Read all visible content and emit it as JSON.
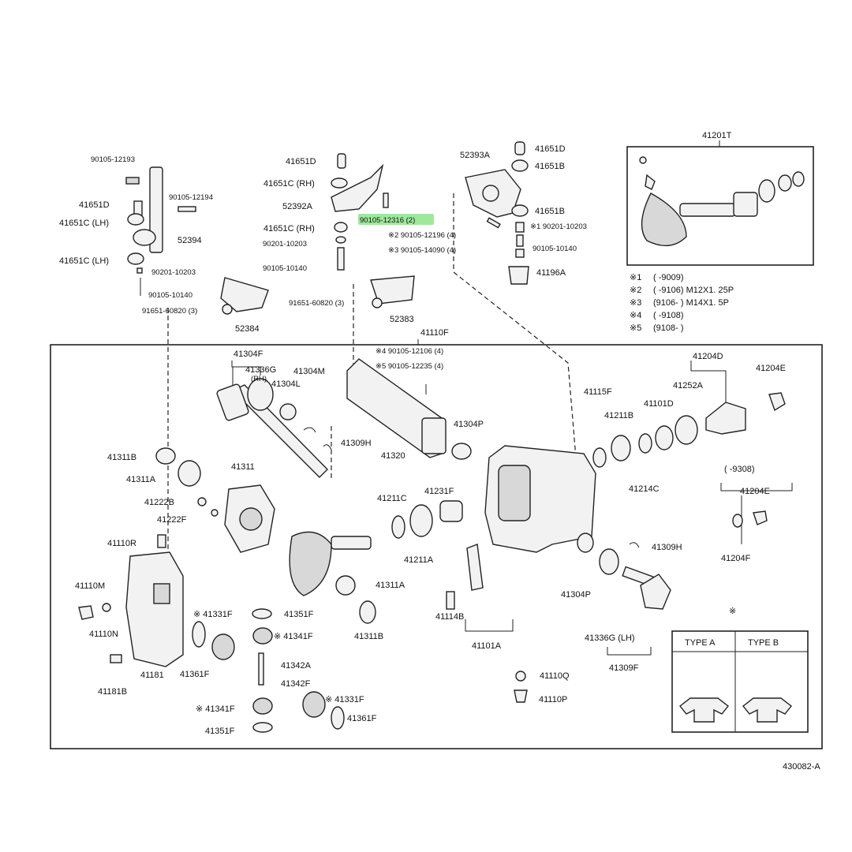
{
  "diagram_code": "430082-A",
  "highlighted_part": "90105-12316 (2)",
  "labels": {
    "p90105_12193": "90105-12193",
    "p41651D_a": "41651D",
    "p41651C_LH_a": "41651C (LH)",
    "p90105_12194": "90105-12194",
    "p52394": "52394",
    "p41651C_LH_b": "41651C (LH)",
    "p90201_10203_a": "90201-10203",
    "p90105_10140_a": "90105-10140",
    "p91651_60820_a": "91651-60820 (3)",
    "p52384": "52384",
    "p41651D_b": "41651D",
    "p41651C_RH_a": "41651C (RH)",
    "p52392A": "52392A",
    "p41651C_RH_b": "41651C (RH)",
    "p90201_10203_b": "90201-10203",
    "p90105_10140_b": "90105-10140",
    "p90105_12316": "90105-12316 (2)",
    "p90105_12196": "※2 90105-12196 (4)",
    "p90105_14090": "※3 90105-14090 (4)",
    "p91651_60820_b": "91651-60820 (3)",
    "p52383": "52383",
    "p52393A": "52393A",
    "p41651D_c": "41651D",
    "p41651B_a": "41651B",
    "p41651B_b": "41651B",
    "p90201_10203_c": "※1 90201-10203",
    "p90105_10140_c": "90105-10140",
    "p41196A": "41196A",
    "p41201T": "41201T",
    "p41110F": "41110F",
    "p90105_12106": "※4 90105-12106 (4)",
    "p90105_12235": "※5 90105-12235 (4)",
    "p41304F_a": "41304F",
    "p41336G_RH": "41336G",
    "rh_small": "(RH)",
    "p41304L": "41304L",
    "p41304M": "41304M",
    "p41309H_a": "41309H",
    "p41320": "41320",
    "p41304P_a": "41304P",
    "p41115F": "41115F",
    "p41211B": "41211B",
    "p41101D": "41101D",
    "p41252A": "41252A",
    "p41204D": "41204D",
    "p41204E_a": "41204E",
    "p41214C": "41214C",
    "range_9308": "(     -9308)",
    "p41204E_b": "41204E",
    "p41204F": "41204F",
    "p41311B_a": "41311B",
    "p41311A_a": "41311A",
    "p41311": "41311",
    "p41222B": "41222B",
    "p41222F": "41222F",
    "p41110R": "41110R",
    "p41211C": "41211C",
    "p41231F": "41231F",
    "p41211A": "41211A",
    "p41311A_b": "41311A",
    "p41311B_b": "41311B",
    "p41309H_b": "41309H",
    "p41304P_b": "41304P",
    "p41110M": "41110M",
    "p41110N": "41110N",
    "p41181B": "41181B",
    "p41181": "41181",
    "p41331F_a": "※ 41331F",
    "p41361F_a": "41361F",
    "p41351F_a": "41351F",
    "p41341F_a": "※ 41341F",
    "p41342A": "41342A",
    "p41342F": "41342F",
    "p41341F_b": "※ 41341F",
    "p41331F_b": "※ 41331F",
    "p41351F_b": "41351F",
    "p41361F_b": "41361F",
    "p41114B": "41114B",
    "p41101A": "41101A",
    "p41110Q": "41110Q",
    "p41110P": "41110P",
    "p41336G_LH": "41336G (LH)",
    "p41309F": "41309F",
    "ref_mark": "※"
  },
  "legend": [
    {
      "mark": "※1",
      "text": "(        -9009)"
    },
    {
      "mark": "※2",
      "text": "(        -9106) M12X1. 25P"
    },
    {
      "mark": "※3",
      "text": "(9106-        ) M14X1. 5P"
    },
    {
      "mark": "※4",
      "text": "(        -9108)"
    },
    {
      "mark": "※5",
      "text": "(9108-        )"
    }
  ],
  "type_box": {
    "type_a": "TYPE  A",
    "type_b": "TYPE  B"
  }
}
